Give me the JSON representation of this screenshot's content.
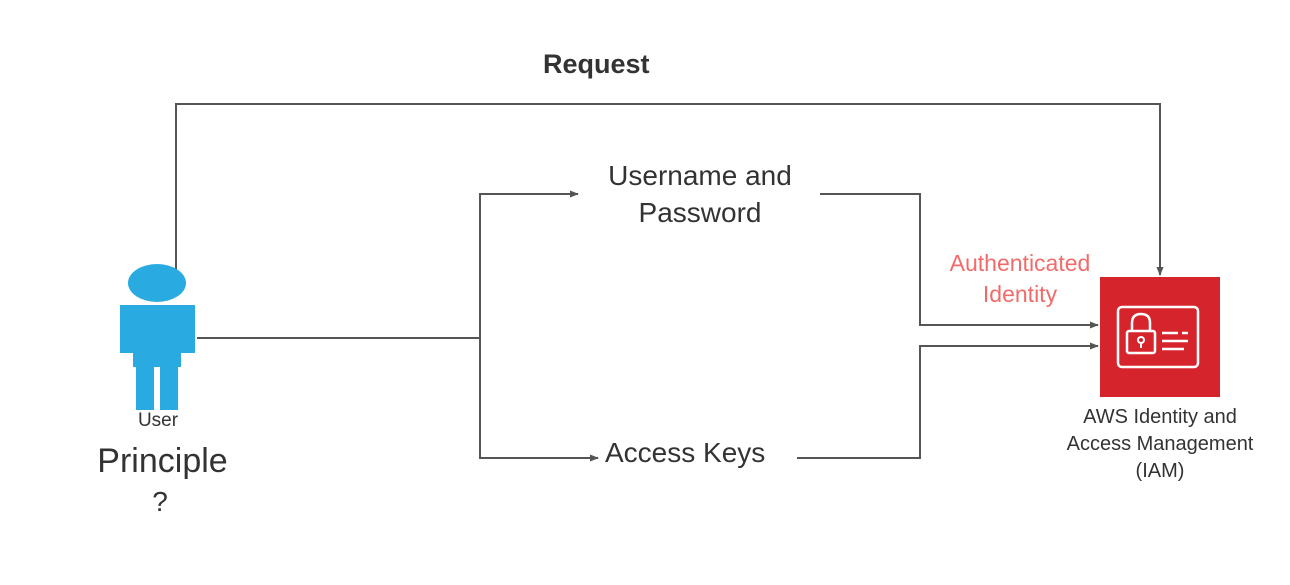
{
  "labels": {
    "request": "Request",
    "username_password": "Username and Password",
    "access_keys": "Access Keys",
    "authenticated_identity": "Authenticated Identity",
    "user": "User",
    "principle": "Principle",
    "question": "?",
    "iam": "AWS Identity and Access Management (IAM)"
  },
  "colors": {
    "line": "#555555",
    "user_figure": "#29abe2",
    "iam_box": "#d6242d",
    "authenticated_text": "#f26b6b",
    "text": "#333333"
  },
  "icons": {
    "user": "user-person-icon",
    "iam": "iam-lock-id-card-icon"
  }
}
